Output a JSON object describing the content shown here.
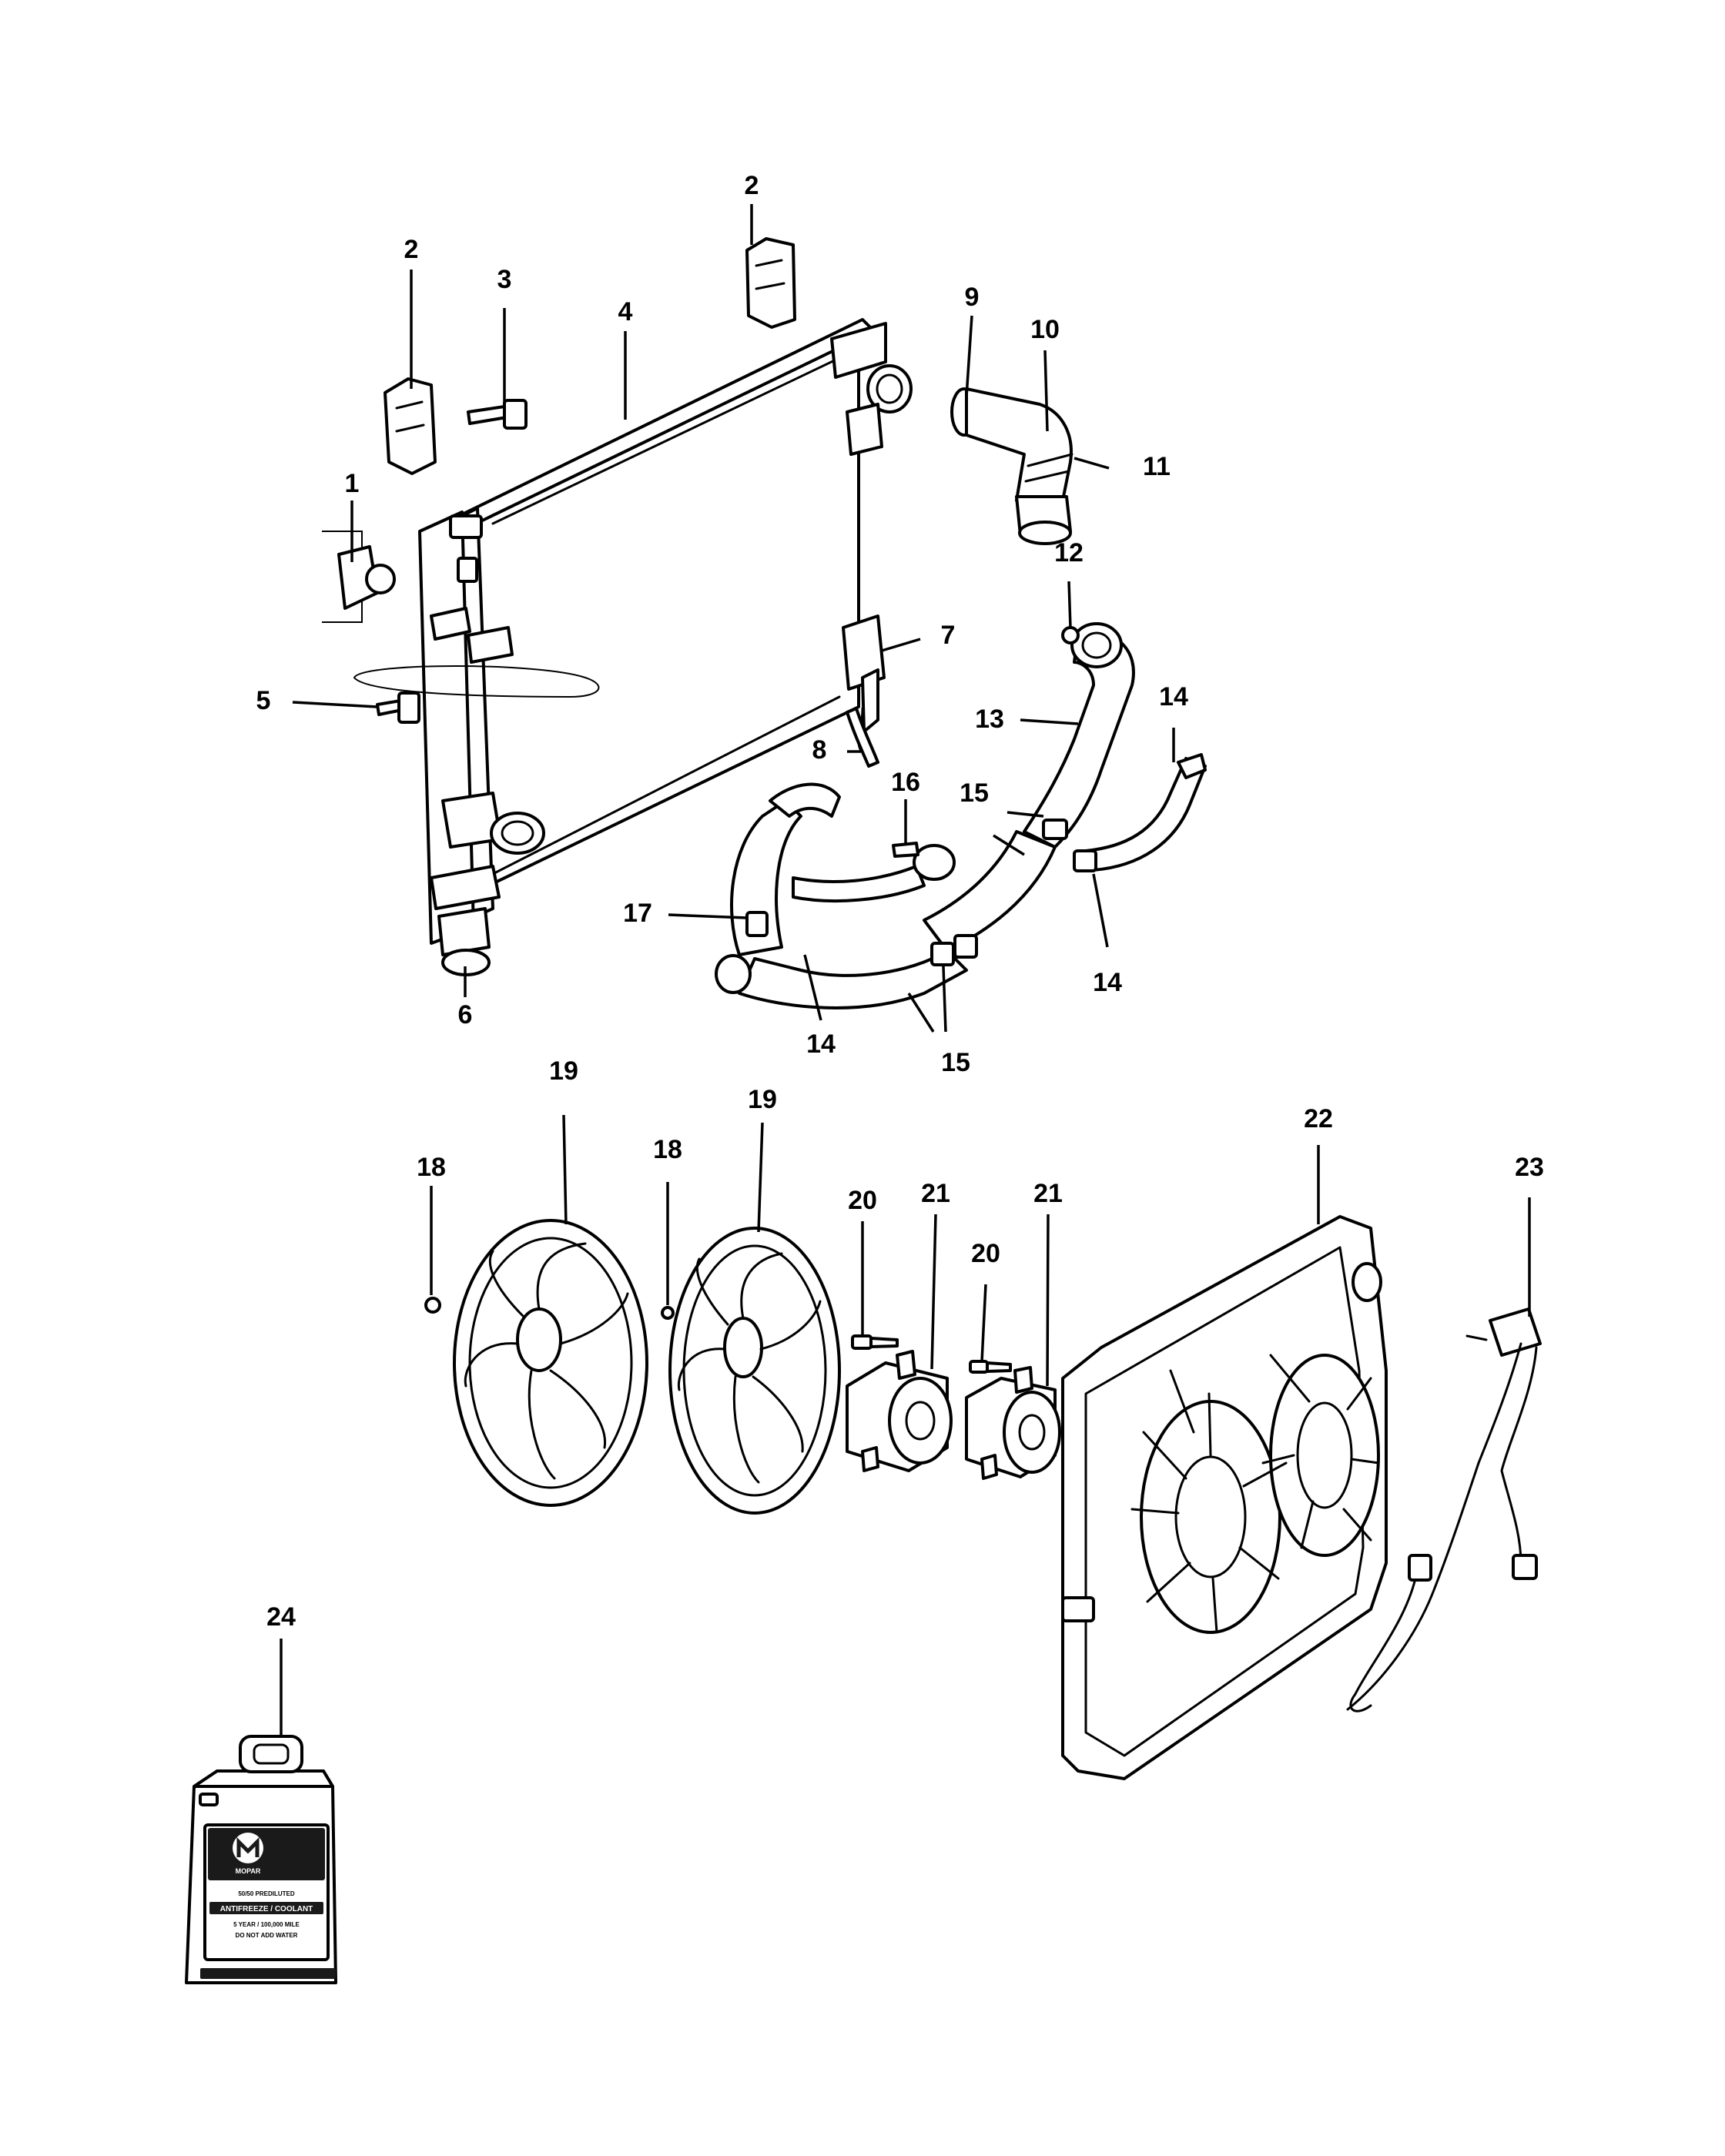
{
  "callouts": [
    {
      "id": "c1",
      "label": "1"
    },
    {
      "id": "c2a",
      "label": "2"
    },
    {
      "id": "c2b",
      "label": "2"
    },
    {
      "id": "c3",
      "label": "3"
    },
    {
      "id": "c4",
      "label": "4"
    },
    {
      "id": "c5",
      "label": "5"
    },
    {
      "id": "c6",
      "label": "6"
    },
    {
      "id": "c7",
      "label": "7"
    },
    {
      "id": "c8",
      "label": "8"
    },
    {
      "id": "c9",
      "label": "9"
    },
    {
      "id": "c10",
      "label": "10"
    },
    {
      "id": "c11",
      "label": "11"
    },
    {
      "id": "c12",
      "label": "12"
    },
    {
      "id": "c13",
      "label": "13"
    },
    {
      "id": "c14a",
      "label": "14"
    },
    {
      "id": "c14b",
      "label": "14"
    },
    {
      "id": "c14c",
      "label": "14"
    },
    {
      "id": "c15a",
      "label": "15"
    },
    {
      "id": "c15b",
      "label": "15"
    },
    {
      "id": "c16",
      "label": "16"
    },
    {
      "id": "c17",
      "label": "17"
    },
    {
      "id": "c18a",
      "label": "18"
    },
    {
      "id": "c18b",
      "label": "18"
    },
    {
      "id": "c19a",
      "label": "19"
    },
    {
      "id": "c19b",
      "label": "19"
    },
    {
      "id": "c20a",
      "label": "20"
    },
    {
      "id": "c20b",
      "label": "20"
    },
    {
      "id": "c21a",
      "label": "21"
    },
    {
      "id": "c21b",
      "label": "21"
    },
    {
      "id": "c22",
      "label": "22"
    },
    {
      "id": "c23",
      "label": "23"
    },
    {
      "id": "c24",
      "label": "24"
    }
  ],
  "coolant_jug": {
    "brand": "MOPAR",
    "line1": "50/50 PREDILUTED",
    "line2": "ANTIFREEZE / COOLANT",
    "line3": "5 YEAR / 100,000 MILE",
    "line4": "DO NOT ADD WATER"
  }
}
